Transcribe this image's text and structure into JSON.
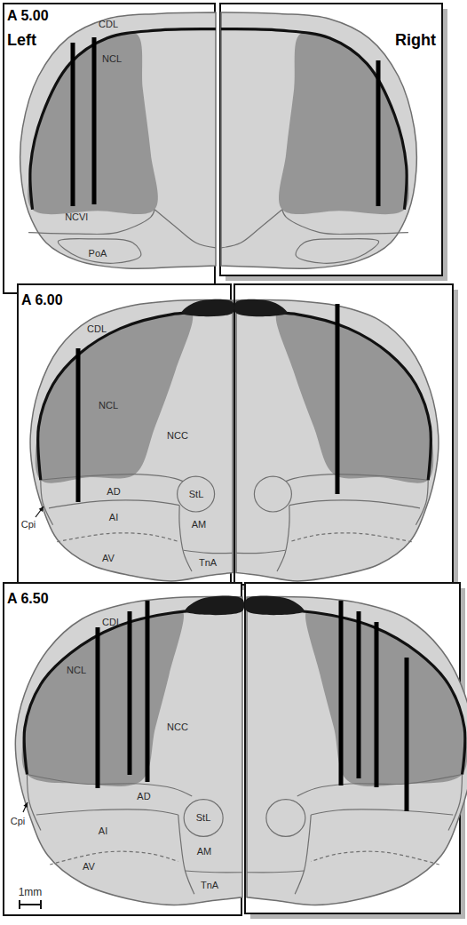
{
  "diagram": {
    "labels": [
      "A 5.00",
      "Left",
      "Right",
      "CDL",
      "NCL",
      "NCVl",
      "PoA",
      "A 6.00",
      "CDL",
      "NCL",
      "NCC",
      "AD",
      "StL",
      "AI",
      "AM",
      "AV",
      "TnA",
      "Cpi",
      "A 6.50",
      "CDL",
      "NCL",
      "NCC",
      "AD",
      "StL",
      "AI",
      "AM",
      "AV",
      "TnA",
      "Cpi",
      "1mm"
    ]
  }
}
